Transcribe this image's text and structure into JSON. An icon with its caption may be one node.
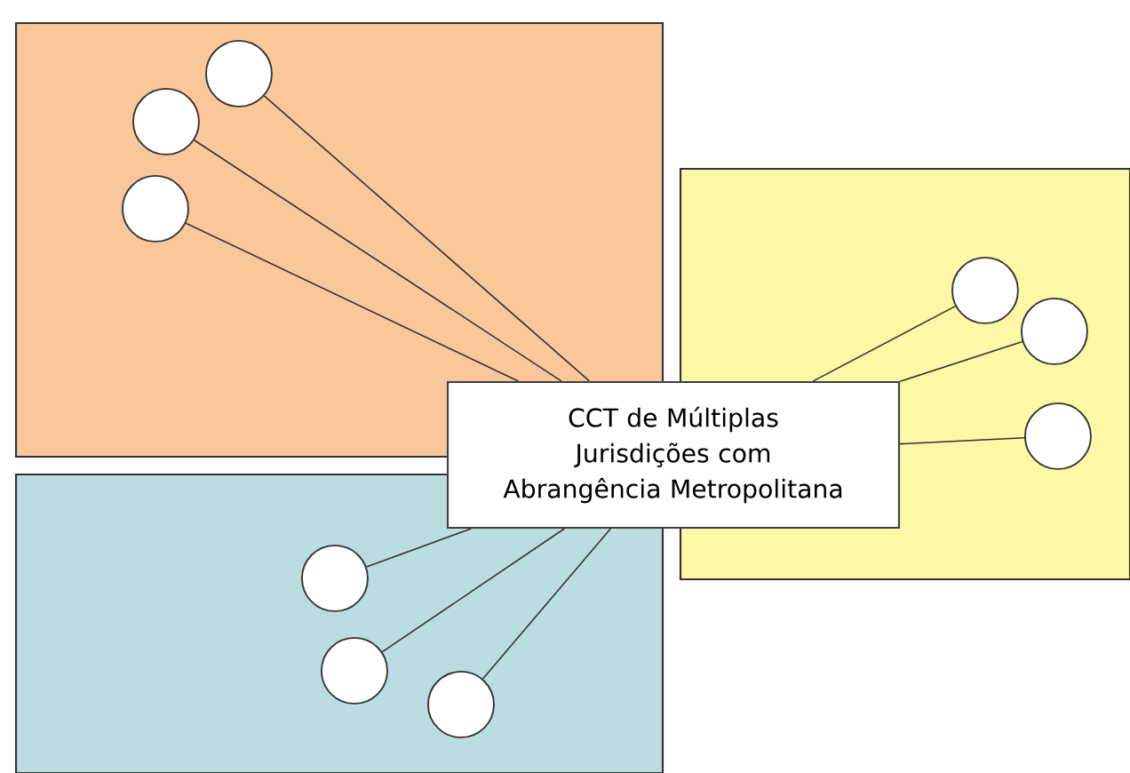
{
  "diagram": {
    "nodes": [
      {
        "text": [],
        "shape": "box"
      },
      {
        "text": [],
        "shape": "circle",
        "in": 0
      },
      {
        "text": [],
        "shape": "circle",
        "in": 0
      },
      {
        "text": [],
        "shape": "circle",
        "in": 0
      },
      {
        "text": [],
        "shape": "box"
      },
      {
        "text": [],
        "shape": "circle",
        "in": 4
      },
      {
        "text": [],
        "shape": "circle",
        "in": 4
      },
      {
        "text": [],
        "shape": "circle",
        "in": 4
      },
      {
        "text": [],
        "shape": "box"
      },
      {
        "text": [],
        "shape": "circle",
        "in": 8
      },
      {
        "text": [],
        "shape": "circle",
        "in": 8
      },
      {
        "text": [],
        "shape": "circle",
        "in": 8
      },
      {
        "text": [
          "CCT de Múltiplas Jurisdições com Abrangência Metropolitana"
        ]
      }
    ],
    "edges": [
      {
        "from": 1,
        "to": 12,
        "arrow": "none"
      },
      {
        "from": 2,
        "to": 12,
        "arrow": "none"
      },
      {
        "from": 3,
        "to": 12,
        "arrow": "none"
      },
      {
        "from": 5,
        "to": 12,
        "arrow": "none"
      },
      {
        "from": 6,
        "to": 12,
        "arrow": "none"
      },
      {
        "from": 7,
        "to": 12,
        "arrow": "none"
      },
      {
        "from": 9,
        "to": 12,
        "arrow": "none"
      },
      {
        "from": 10,
        "to": 12,
        "arrow": "none"
      },
      {
        "from": 11,
        "to": 12,
        "arrow": "none"
      }
    ]
  }
}
